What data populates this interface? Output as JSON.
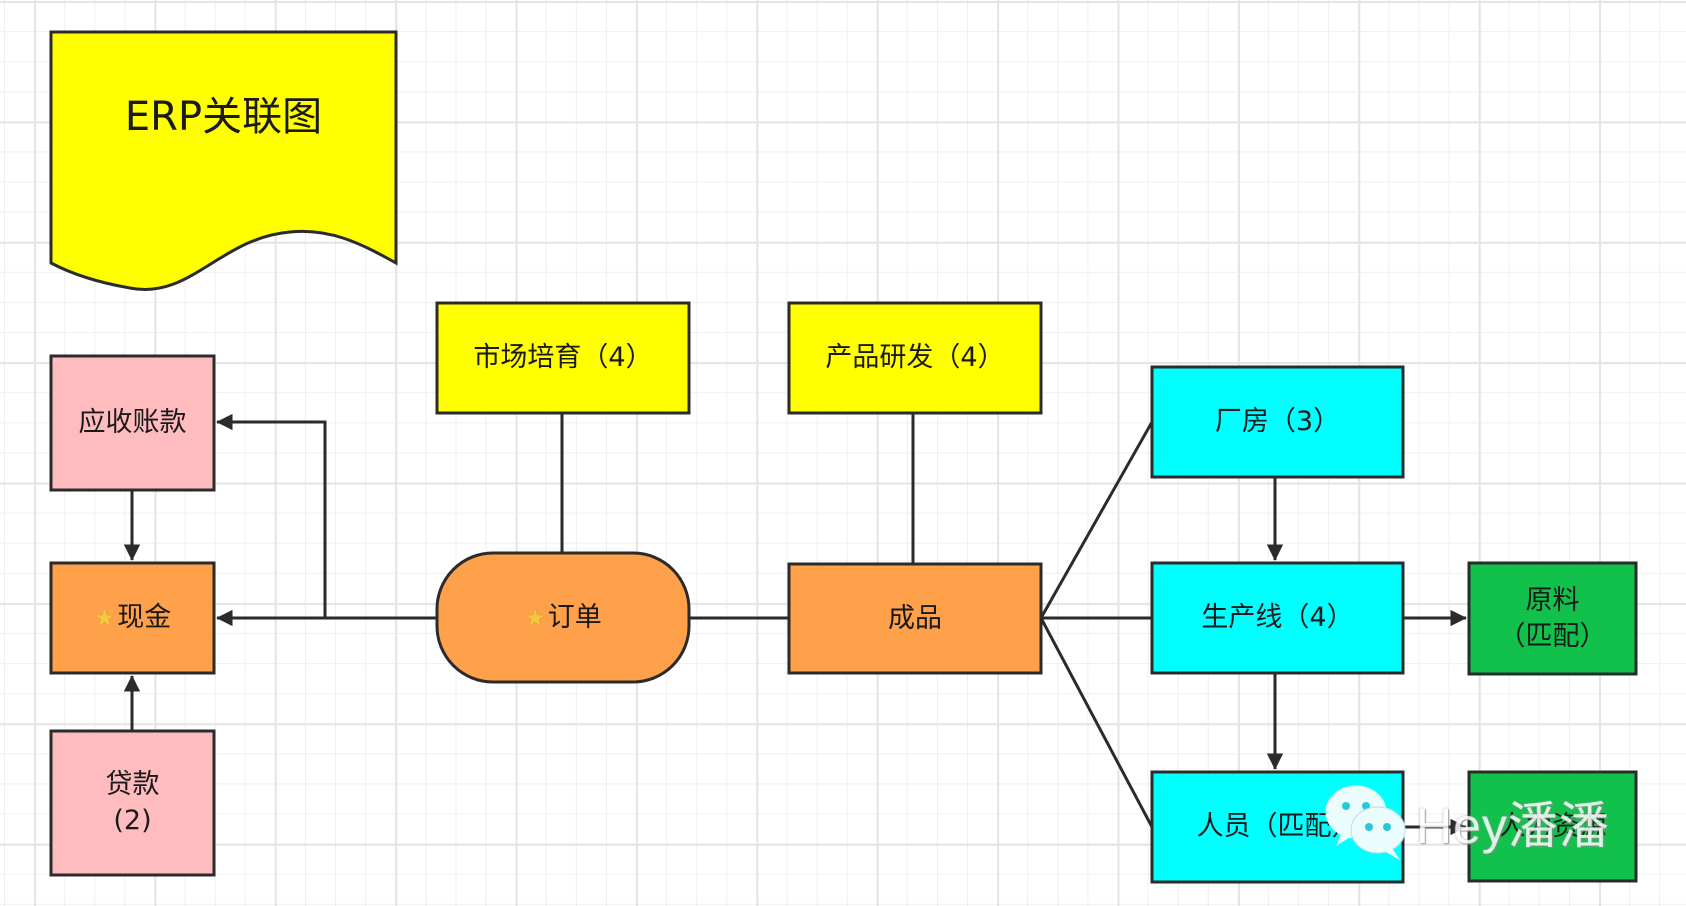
{
  "title": "ERP关联图",
  "colors": {
    "yellow": "#ffff00",
    "pink": "#ffbcbf",
    "orange": "#ffa04a",
    "cyan": "#00ffff",
    "green": "#12c04c",
    "stroke": "#2b2b2b"
  },
  "nodes": {
    "receivables": {
      "label": "应收账款"
    },
    "cash": {
      "label": "现金",
      "starred": true
    },
    "loan": {
      "label": "贷款\n(2)"
    },
    "market": {
      "label": "市场培育（4）"
    },
    "order": {
      "label": "订单",
      "starred": true
    },
    "rnd": {
      "label": "产品研发（4）"
    },
    "product": {
      "label": "成品"
    },
    "factory": {
      "label": "厂房（3）"
    },
    "line": {
      "label": "生产线（4）"
    },
    "material": {
      "label": "原料\n（匹配）"
    },
    "staff": {
      "label": "人员（匹配）"
    },
    "hr": {
      "label": "人力资源"
    }
  },
  "edges": [
    {
      "from": "order",
      "to": "cash",
      "arrow": true
    },
    {
      "from": "order",
      "to": "receivables",
      "arrow": true
    },
    {
      "from": "receivables",
      "to": "cash",
      "arrow": true
    },
    {
      "from": "loan",
      "to": "cash",
      "arrow": true
    },
    {
      "from": "market",
      "to": "order",
      "arrow": false
    },
    {
      "from": "order",
      "to": "product",
      "arrow": false
    },
    {
      "from": "rnd",
      "to": "product",
      "arrow": false
    },
    {
      "from": "product",
      "to": "factory",
      "arrow": false
    },
    {
      "from": "product",
      "to": "line",
      "arrow": false
    },
    {
      "from": "product",
      "to": "staff",
      "arrow": false
    },
    {
      "from": "factory",
      "to": "line",
      "arrow": true
    },
    {
      "from": "line",
      "to": "staff",
      "arrow": true
    },
    {
      "from": "line",
      "to": "material",
      "arrow": true
    },
    {
      "from": "staff",
      "to": "hr",
      "arrow": true
    }
  ],
  "star_icon": "star-icon",
  "watermark": {
    "icon": "wechat-icon",
    "text": "Hey潘潘"
  }
}
